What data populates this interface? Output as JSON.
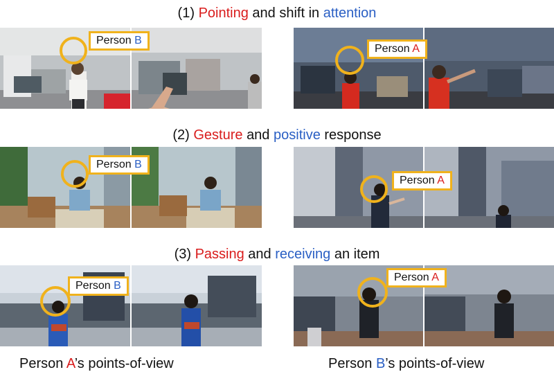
{
  "rows": [
    {
      "number": "(1)",
      "verb1": "Pointing",
      "connector": "and shift in",
      "verb2": "attention",
      "tail": ""
    },
    {
      "number": "(2)",
      "verb1": "Gesture",
      "connector": "and",
      "verb2": "positive",
      "tail": "response"
    },
    {
      "number": "(3)",
      "verb1": "Passing",
      "connector": "and",
      "verb2": "receiving",
      "tail": "an item"
    }
  ],
  "labels": {
    "person_word": "Person",
    "person_a_letter": "A",
    "person_b_letter": "B"
  },
  "captions": {
    "left_person_word": "Person",
    "left_letter": "A",
    "left_suffix": "’s points-of-view",
    "right_person_word": "Person",
    "right_letter": "B",
    "right_suffix": "’s points-of-view"
  },
  "colors": {
    "action_red": "#d91c1c",
    "reaction_blue": "#2a5fc4",
    "highlight_yellow": "#f0b21c"
  }
}
